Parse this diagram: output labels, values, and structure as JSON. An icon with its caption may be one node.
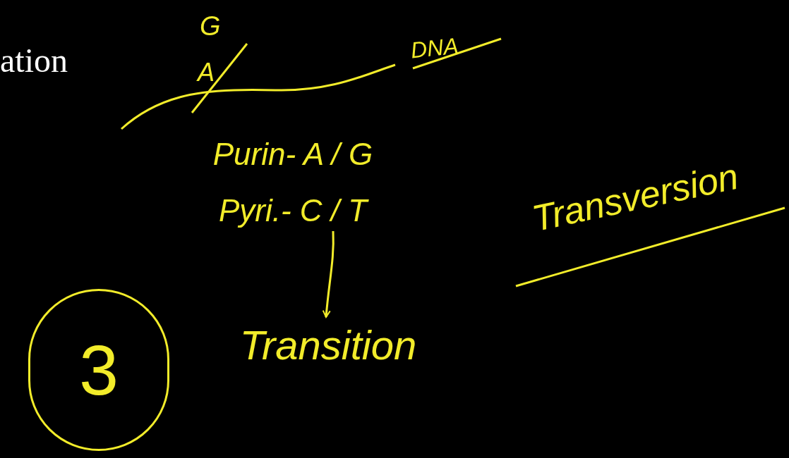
{
  "diagram": {
    "nodes": [
      {
        "text": [
          "Purin- A / G"
        ]
      },
      {
        "text": [
          "Pyri.- C / T"
        ]
      },
      {
        "text": [
          "Transition"
        ]
      },
      {
        "text": [
          "Transversion"
        ]
      },
      {
        "text": [
          "3"
        ]
      }
    ],
    "edges": [
      {
        "from": 1,
        "to": 2,
        "arrow": "to"
      }
    ],
    "labels": [
      "ation",
      "G",
      "A",
      "DNA"
    ]
  }
}
